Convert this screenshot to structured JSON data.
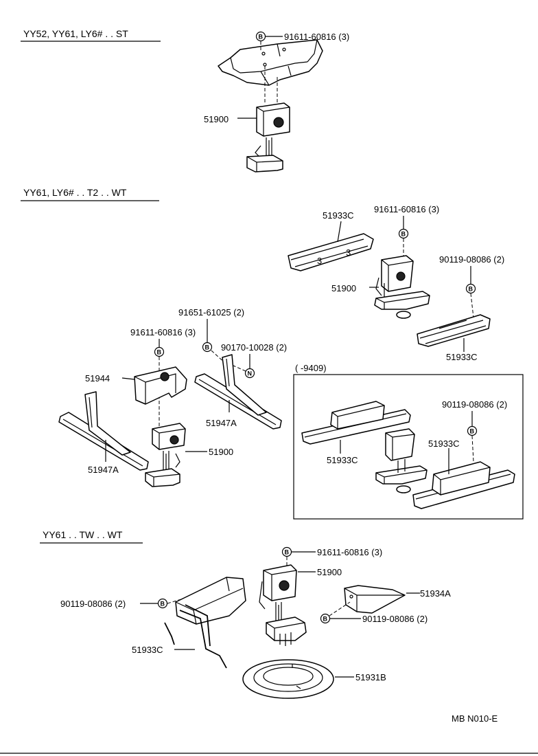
{
  "sections": [
    {
      "header": "YY52, YY61, LY6# . . ST"
    },
    {
      "header": "YY61, LY6# . . T2 . . WT"
    },
    {
      "header": "YY61 . . TW . . WT"
    }
  ],
  "inset_label": "(        -9409)",
  "symbols": {
    "b": "B",
    "n": "N"
  },
  "labels": {
    "s1_bolt": "91611-60816 (3)",
    "s1_carrier": "51900",
    "s2_bracket_top": "51933C",
    "s2_bolt_top": "91611-60816 (3)",
    "s2_carrier_top": "51900",
    "s2_bolt_right": "90119-08086 (2)",
    "s2_bracket_right": "51933C",
    "s2_bolt_a": "91651-61025 (2)",
    "s2_bolt_b": "91611-60816 (3)",
    "s2_nut": "90170-10028 (2)",
    "s2_bracket_51944": "51944",
    "s2_rail_right": "51947A",
    "s2_carrier_mid": "51900",
    "s2_rail_left": "51947A",
    "inset_bolt": "90119-08086 (2)",
    "inset_bracket_left": "51933C",
    "inset_bracket_right": "51933C",
    "s3_bolt_top": "91611-60816 (3)",
    "s3_carrier": "51900",
    "s3_bolt_left": "90119-08086 (2)",
    "s3_bracket_51934a": "51934A",
    "s3_bolt_right": "90119-08086 (2)",
    "s3_bracket_51933c": "51933C",
    "s3_plate": "51931B"
  },
  "footer_code": "MB  N010-E"
}
